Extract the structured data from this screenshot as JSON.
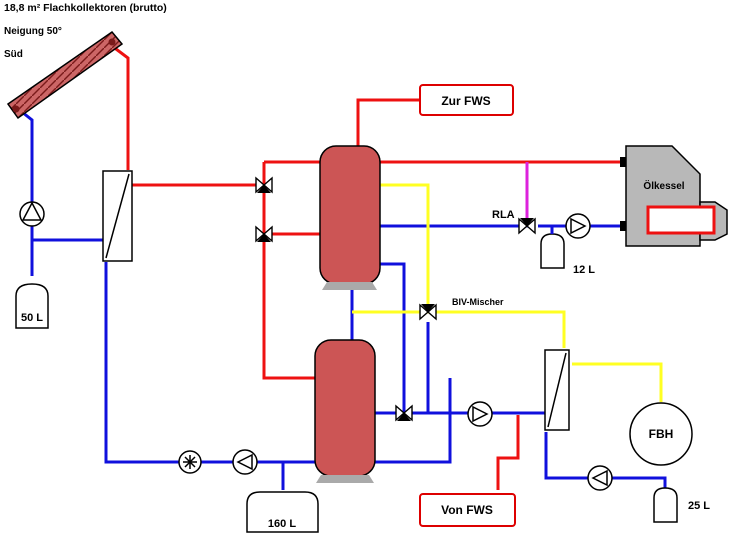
{
  "header": {
    "collector": "18,8 m² Flachkollektoren (brutto)",
    "tilt": "Neigung 50°",
    "orientation": "Süd"
  },
  "tanks": {
    "solar_expansion": "50 L",
    "boiler_expansion": "12 L",
    "large_vessel": "160 L",
    "fbh_expansion": "25 L"
  },
  "labels": {
    "to_fws": "Zur FWS",
    "from_fws": "Von FWS",
    "boiler": "Ölkessel",
    "rla": "RLA",
    "biv": "BIV-Mischer",
    "fbh": "FBH"
  },
  "colors": {
    "hot": "#ee1111",
    "cold": "#1010dd",
    "yellow": "#ffff22",
    "magenta": "#dd22dd",
    "tank": "#cc5555",
    "label_border": "#dd0000"
  }
}
